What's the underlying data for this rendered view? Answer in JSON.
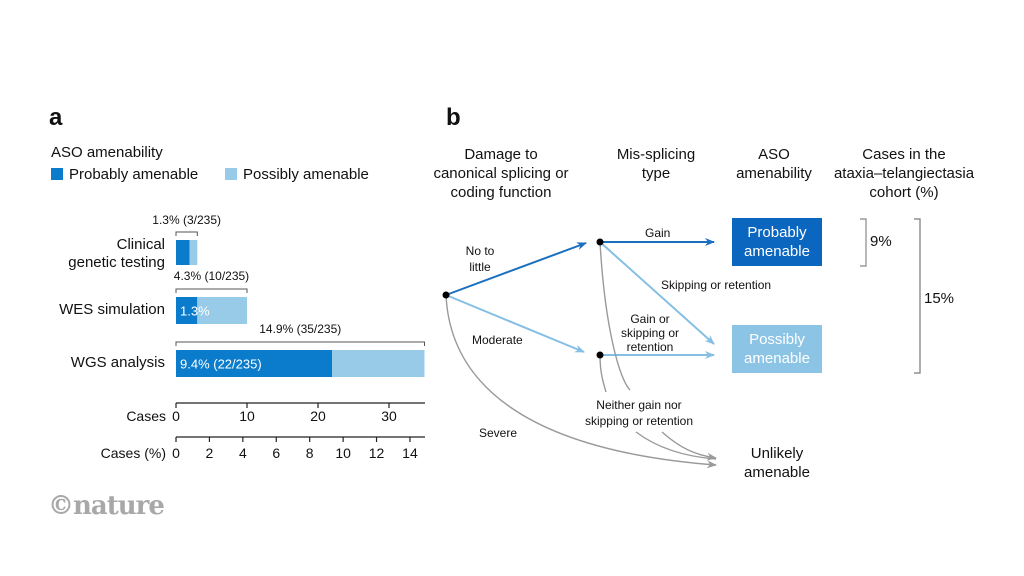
{
  "colors": {
    "probably": "#0a7ccb",
    "possibly": "#98cbe8",
    "probably_box": "#0b66bf",
    "possibly_box": "#8cc4e6",
    "arrow_dark": "#1a6fbe",
    "arrow_light": "#86bfe4",
    "arrow_gray": "#9a9a9a",
    "logo": "#a8a8a8"
  },
  "panel_a": {
    "letter": "a",
    "legend_title": "ASO amenability",
    "legend": [
      {
        "label": "Probably amenable",
        "color": "#0a7ccb"
      },
      {
        "label": "Possibly amenable",
        "color": "#98cbe8"
      }
    ]
  },
  "chart_data": {
    "type": "bar",
    "orientation": "horizontal",
    "stacked": true,
    "title": "ASO amenability",
    "categories": [
      "Clinical genetic testing",
      "WES simulation",
      "WGS analysis"
    ],
    "category_labels": [
      [
        "Clinical",
        "genetic testing"
      ],
      [
        "WES simulation"
      ],
      [
        "WGS analysis"
      ]
    ],
    "series": [
      {
        "name": "Probably amenable",
        "values": [
          1.9,
          3,
          22
        ]
      },
      {
        "name": "Possibly amenable",
        "values": [
          1.1,
          7,
          13
        ]
      }
    ],
    "totals": [
      3,
      10,
      35
    ],
    "total_labels": [
      "1.3% (3/235)",
      "4.3% (10/235)",
      "14.9% (35/235)"
    ],
    "inner_labels": [
      "",
      "1.3%",
      "9.4% (22/235)"
    ],
    "x_axes": [
      {
        "label": "Cases",
        "ticks": [
          0,
          10,
          20,
          30
        ],
        "range": [
          0,
          35
        ]
      },
      {
        "label": "Cases (%)",
        "ticks": [
          0,
          2,
          4,
          6,
          8,
          10,
          12,
          14
        ],
        "range": [
          0,
          14.9
        ]
      }
    ],
    "xlim": [
      0,
      35
    ],
    "grid": false,
    "legend_position": "top-left"
  },
  "panel_b": {
    "letter": "b",
    "headers": {
      "damage": [
        "Damage to",
        "canonical splicing or",
        "coding function"
      ],
      "missplicing": [
        "Mis-splicing",
        "type"
      ],
      "aso": [
        "ASO",
        "amenability"
      ],
      "cases": [
        "Cases in the",
        "ataxia–telangiectasia",
        "cohort (%)"
      ]
    },
    "edge_labels": {
      "no_to_little": [
        "No to",
        "little"
      ],
      "moderate": "Moderate",
      "severe": "Severe",
      "gain": "Gain",
      "skipping_or_retention": "Skipping or retention",
      "gain_or_skipping": [
        "Gain or",
        "skipping or",
        "retention"
      ],
      "neither": [
        "Neither gain nor",
        "skipping or retention"
      ]
    },
    "outcomes": {
      "probably": [
        "Probably",
        "amenable"
      ],
      "possibly": [
        "Possibly",
        "amenable"
      ],
      "unlikely": [
        "Unlikely",
        "amenable"
      ]
    },
    "brackets": {
      "probably_pct": "9%",
      "total_pct": "15%"
    }
  },
  "footer": {
    "logo": "©nature"
  }
}
